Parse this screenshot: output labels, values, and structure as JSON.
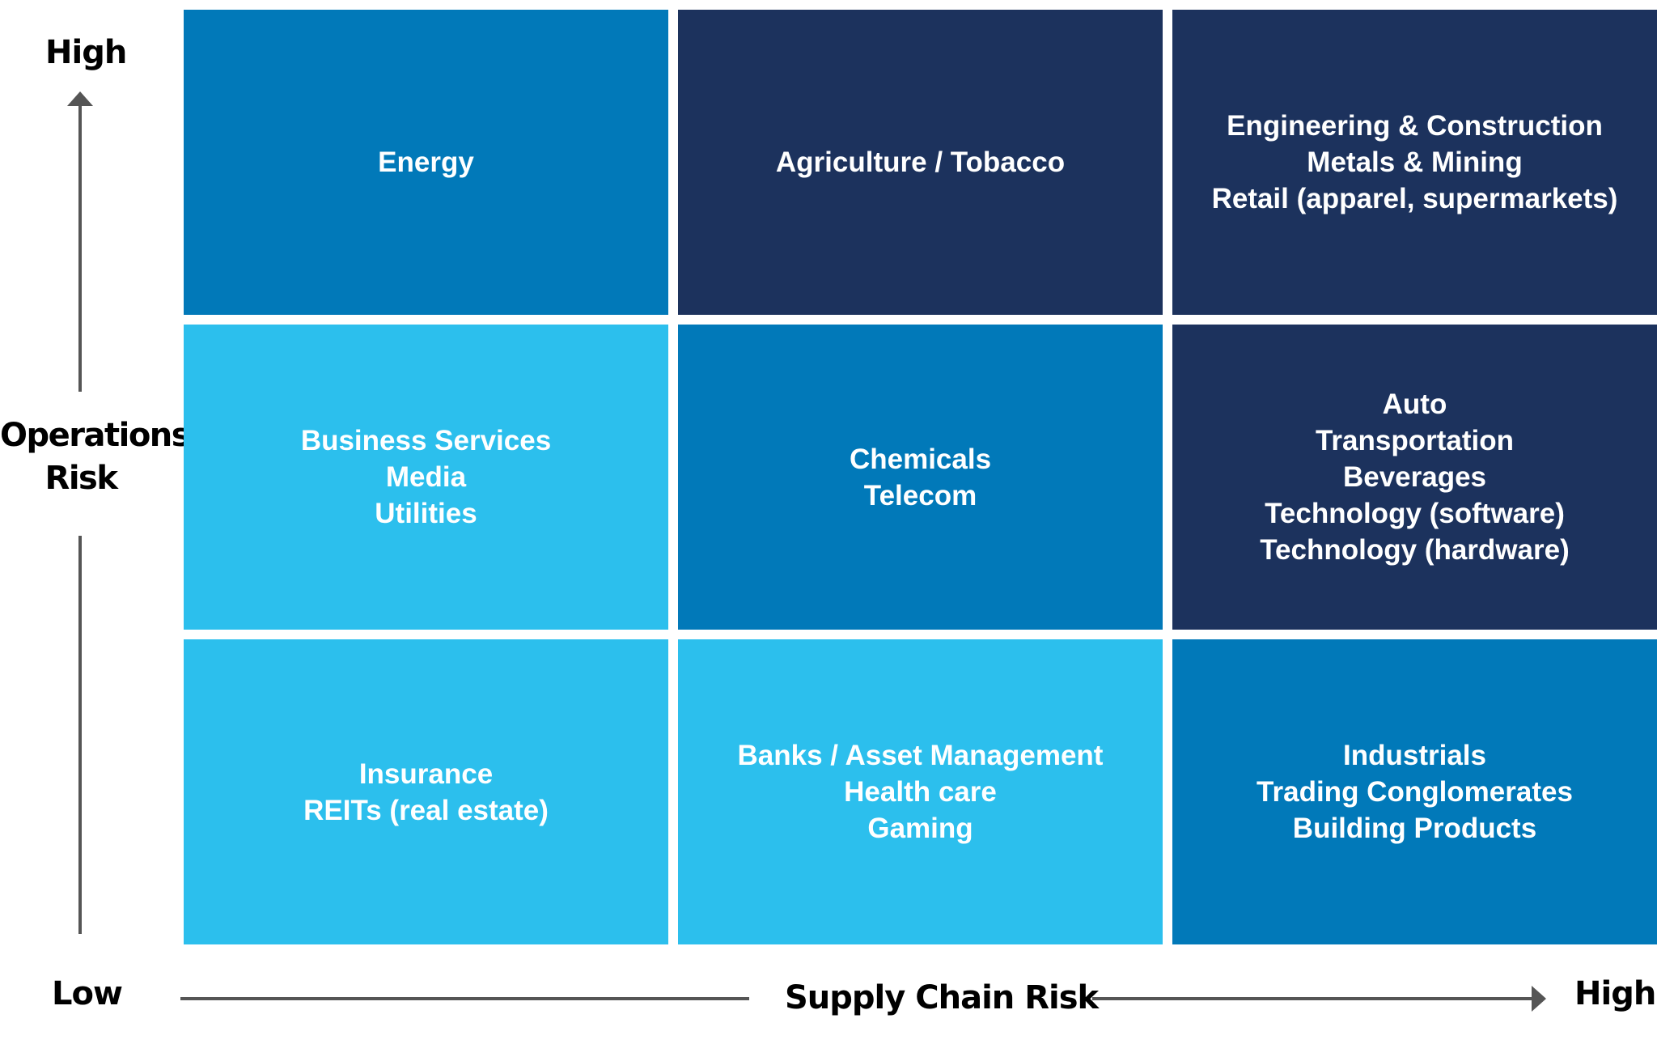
{
  "colors": {
    "light": "#2cbfed",
    "medium": "#0179b9",
    "dark": "#1c325d",
    "axis": "#555555"
  },
  "y_axis": {
    "high": "High",
    "title_line1": "Operations",
    "title_line2": "Risk",
    "low": "Low"
  },
  "x_axis": {
    "title": "Supply Chain Risk",
    "high": "High"
  },
  "cells": [
    {
      "shade": "medium",
      "items": [
        "Energy"
      ]
    },
    {
      "shade": "dark",
      "items": [
        "Agriculture / Tobacco"
      ]
    },
    {
      "shade": "dark",
      "items": [
        "Engineering & Construction",
        "Metals & Mining",
        "Retail (apparel, supermarkets)"
      ]
    },
    {
      "shade": "light",
      "items": [
        "Business Services",
        "Media",
        "Utilities"
      ]
    },
    {
      "shade": "medium",
      "items": [
        "Chemicals",
        "Telecom"
      ]
    },
    {
      "shade": "dark",
      "items": [
        "Auto",
        "Transportation",
        "Beverages",
        "Technology (software)",
        "Technology (hardware)"
      ]
    },
    {
      "shade": "light",
      "items": [
        "Insurance",
        "REITs (real estate)"
      ]
    },
    {
      "shade": "light",
      "items": [
        "Banks / Asset Management",
        "Health care",
        "Gaming"
      ]
    },
    {
      "shade": "medium",
      "items": [
        "Industrials",
        "Trading Conglomerates",
        "Building Products"
      ]
    }
  ]
}
